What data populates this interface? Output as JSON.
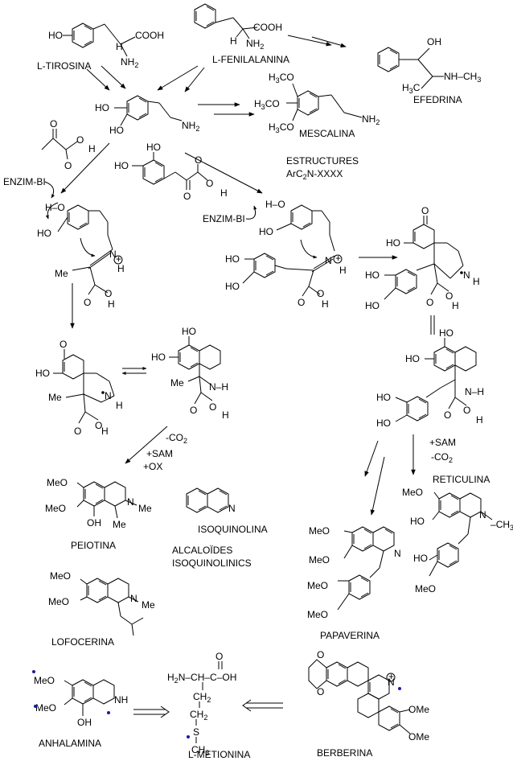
{
  "compounds": {
    "tirosina": "L-TIROSINA",
    "fenilalanina": "L-FENILALANINA",
    "efedrina": "EFEDRINA",
    "mescalina": "MESCALINA",
    "reticulina": "RETICULINA",
    "peiotina": "PEIOTINA",
    "isoquinolina": "ISOQUINOLINA",
    "papaverina": "PAPAVERINA",
    "lofocerina": "LOFOCERINA",
    "anhalamina": "ANHALAMINA",
    "metionina": "L-METIONINA",
    "berberina": "BERBERINA"
  },
  "headings": {
    "estructures_1": "ESTRUCTURES",
    "estructures_2": "ArC",
    "estructures_sub": "2",
    "estructures_3": "N-XXXX",
    "alcaloides_1": "ALCALOÏDES",
    "alcaloides_2": "ISOQUINOLINICS"
  },
  "reagents": {
    "enzim_left": "ENZIM-B",
    "enzim_mid": "ENZIM-B",
    "co2_1": "-CO",
    "co2_sub": "2",
    "sam_ox_1": "+SAM",
    "sam_ox_2": "+OX",
    "sam_2": "+SAM",
    "co2_2": "-CO"
  },
  "groups": {
    "ho": "HO",
    "oh": "OH",
    "cooh": "COOH",
    "nh2": "NH",
    "nh2_sub": "2",
    "nh": "NH",
    "h": "H",
    "n": "N",
    "me": "Me",
    "meo": "MeO",
    "ome": "OMe",
    "ch3": "CH",
    "ch3_sub": "3",
    "h3co": "H",
    "co": "CO",
    "nhch3": "NH",
    "ch2": "CH",
    "s": "S",
    "o": "O",
    "oh_acid": "O",
    "h2n": "H",
    "h2o": "H",
    "h2o_o": "O"
  }
}
